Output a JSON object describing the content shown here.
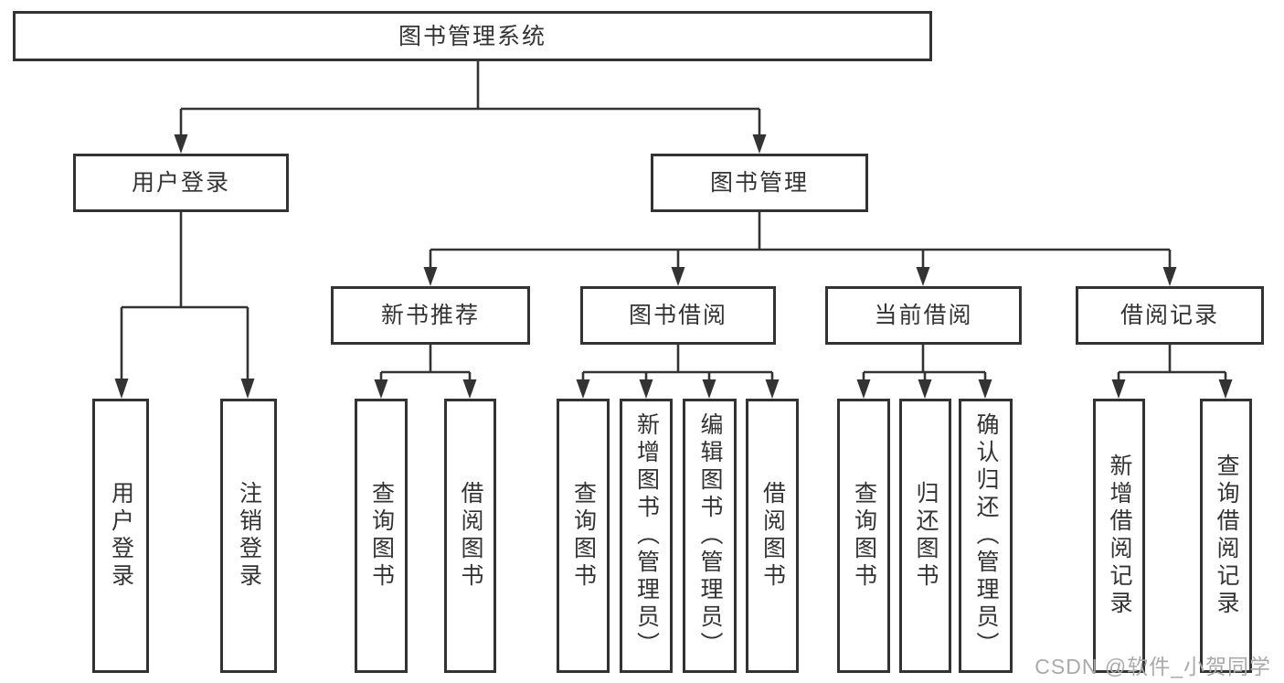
{
  "diagram": {
    "root": {
      "label": "图书管理系统"
    },
    "level2": {
      "user_login": {
        "label": "用户登录"
      },
      "book_mgmt": {
        "label": "图书管理"
      }
    },
    "level3": {
      "new_books": {
        "label": "新书推荐"
      },
      "book_borrow": {
        "label": "图书借阅"
      },
      "current_borrow": {
        "label": "当前借阅"
      },
      "borrow_records": {
        "label": "借阅记录"
      }
    },
    "leaves": {
      "login": {
        "label": "用户登录"
      },
      "logout": {
        "label": "注销登录"
      },
      "nb_query": {
        "label": "查询图书"
      },
      "nb_borrow": {
        "label": "借阅图书"
      },
      "bb_query": {
        "label": "查询图书"
      },
      "bb_add": {
        "label": "新增图书（管理员）"
      },
      "bb_edit": {
        "label": "编辑图书（管理员）"
      },
      "bb_borrow": {
        "label": "借阅图书"
      },
      "cb_query": {
        "label": "查询图书"
      },
      "cb_return": {
        "label": "归还图书"
      },
      "cb_confirm": {
        "label": "确认归还（管理员）"
      },
      "br_add": {
        "label": "新增借阅记录"
      },
      "br_query": {
        "label": "查询借阅记录"
      }
    }
  },
  "watermark": "CSDN @软件_小贺同学",
  "colors": {
    "line": "#333333",
    "text": "#333333",
    "watermark": "#aaaaaa",
    "background": "#ffffff"
  }
}
